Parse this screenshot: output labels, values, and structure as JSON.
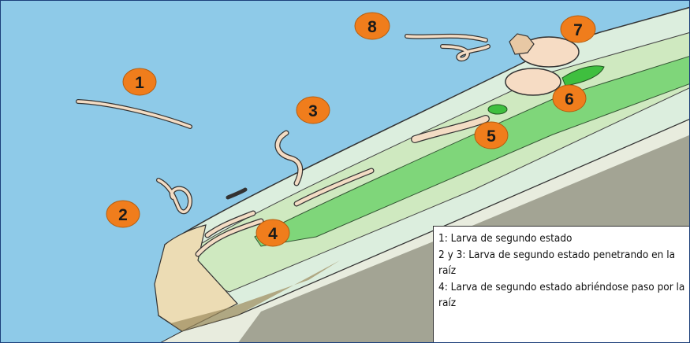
{
  "colors": {
    "background": "#8ecae8",
    "root_outer": "#dceede",
    "root_inner": "#bfe5a8",
    "stele": "#7fd67a",
    "root_cap": "#ecdcb4",
    "badge": "#f07d1c",
    "larva": "#f3dcc4",
    "female": "#f6dcc4",
    "giant_cell": "#3fbf3f"
  },
  "markers": [
    "1",
    "2",
    "3",
    "4",
    "5",
    "6",
    "7",
    "8"
  ],
  "legend": {
    "line1": "1: Larva de segundo estado",
    "line2": "2 y 3: Larva de segundo estado penetrando en la raíz",
    "line3": "4: Larva de segundo estado abriéndose paso por la raíz"
  }
}
